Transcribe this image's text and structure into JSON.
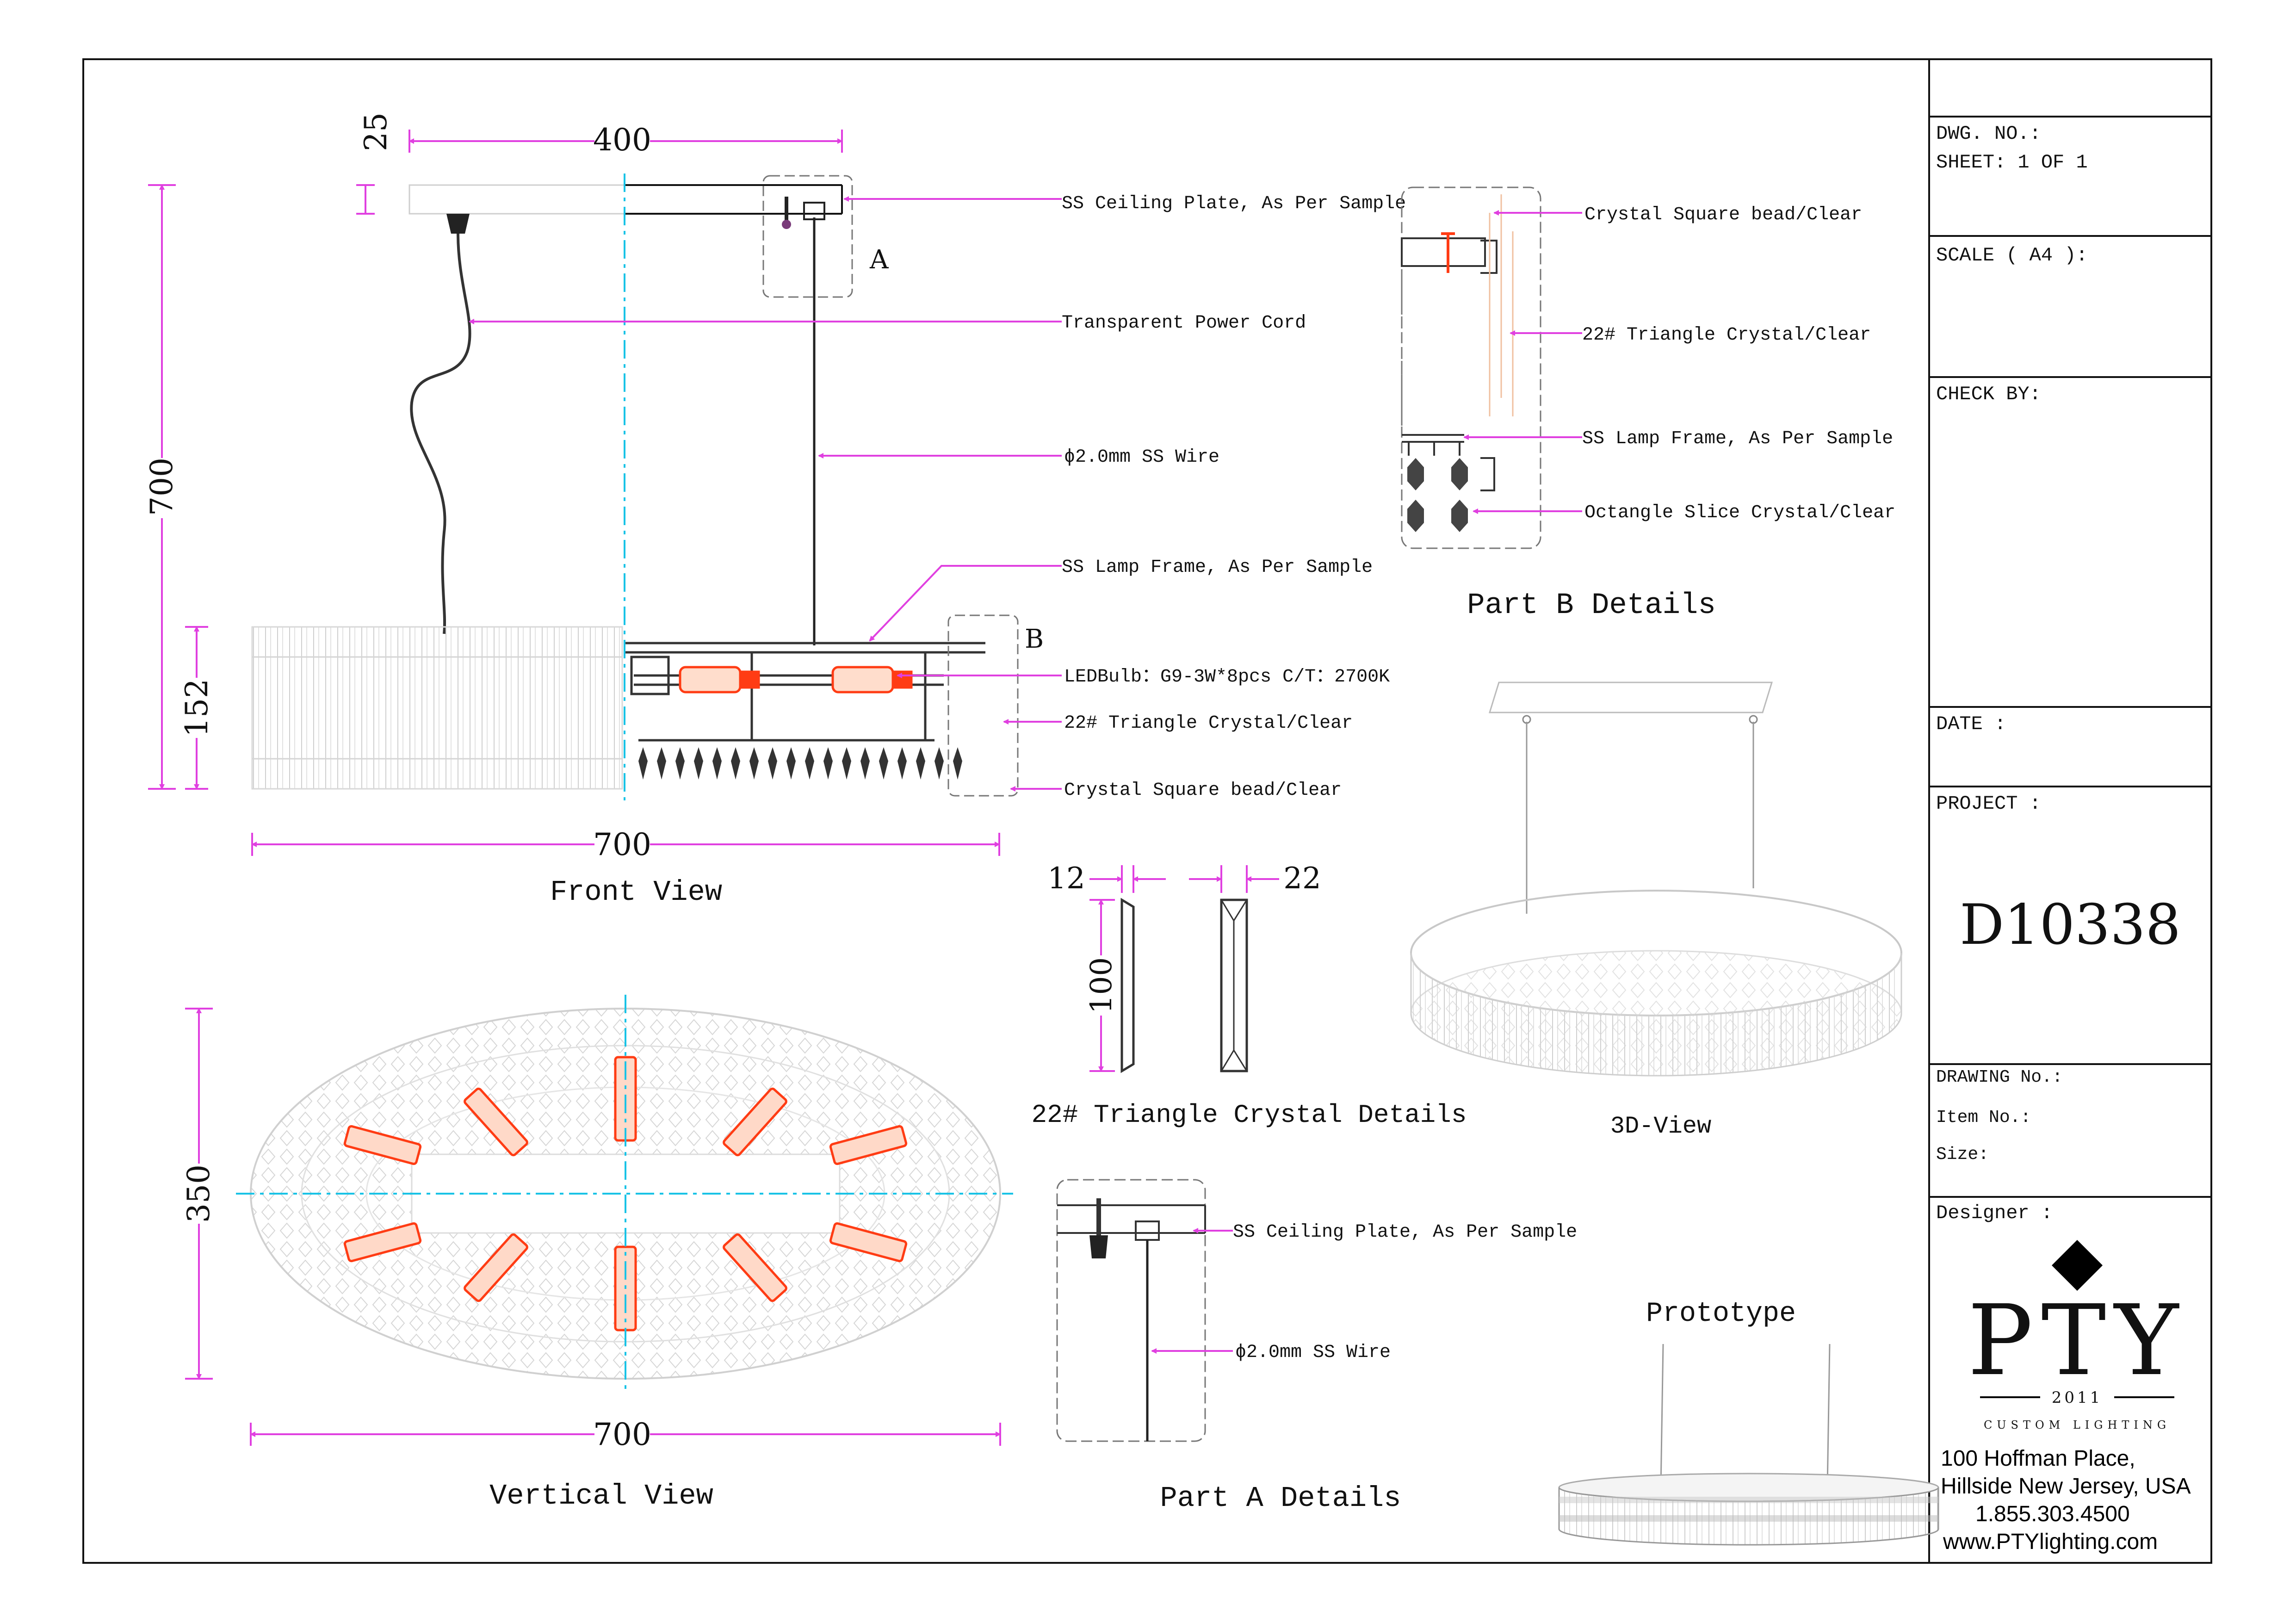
{
  "colors": {
    "dimension": "#e040e0",
    "centerline": "#19c3e6",
    "bulb": "#ff3c14",
    "line": "#111111"
  },
  "front_view": {
    "title": "Front View",
    "dims": {
      "top_width": "400",
      "plate_thickness": "25",
      "total_height": "700",
      "body_height": "152",
      "width": "700"
    },
    "marker_a": "A",
    "marker_b": "B",
    "callouts": [
      "SS Ceiling Plate, As Per Sample",
      "Transparent Power Cord",
      "ϕ2.0mm SS Wire",
      "SS Lamp Frame, As Per Sample",
      "LEDBulb：G9-3W*8pcs C/T：2700K",
      "22# Triangle Crystal/Clear",
      "Crystal Square bead/Clear"
    ]
  },
  "part_b": {
    "title": "Part B Details",
    "callouts": [
      "Crystal Square bead/Clear",
      "22# Triangle Crystal/Clear",
      "SS Lamp Frame, As Per Sample",
      "Octangle Slice Crystal/Clear"
    ]
  },
  "crystal_details": {
    "title": "22# Triangle Crystal Details",
    "dim_thickness": "12",
    "dim_width": "22",
    "dim_length": "100"
  },
  "view_3d": {
    "title": "3D-View"
  },
  "vertical_view": {
    "title": "Vertical View",
    "dim_depth": "350",
    "dim_width": "700"
  },
  "part_a": {
    "title": "Part A Details",
    "callouts": [
      "SS Ceiling Plate, As Per Sample",
      "ϕ2.0mm SS Wire"
    ]
  },
  "prototype": {
    "title": "Prototype"
  },
  "title_block": {
    "dwg_no": "DWG. NO.:",
    "sheet": "SHEET: 1 OF 1",
    "scale": "SCALE ( A4 ):",
    "check_by": "CHECK BY:",
    "date": "DATE :",
    "project": "PROJECT :",
    "project_code": "D10338",
    "drawing_no": "DRAWING No.:",
    "item_no": "Item No.:",
    "size": "Size:",
    "designer": "Designer :",
    "logo_text": "PTY",
    "logo_year": "2011",
    "logo_tagline": "CUSTOM LIGHTING",
    "address_1": "100 Hoffman Place,",
    "address_2": "Hillside New Jersey, USA",
    "phone": "1.855.303.4500",
    "website": "www.PTYlighting.com"
  }
}
